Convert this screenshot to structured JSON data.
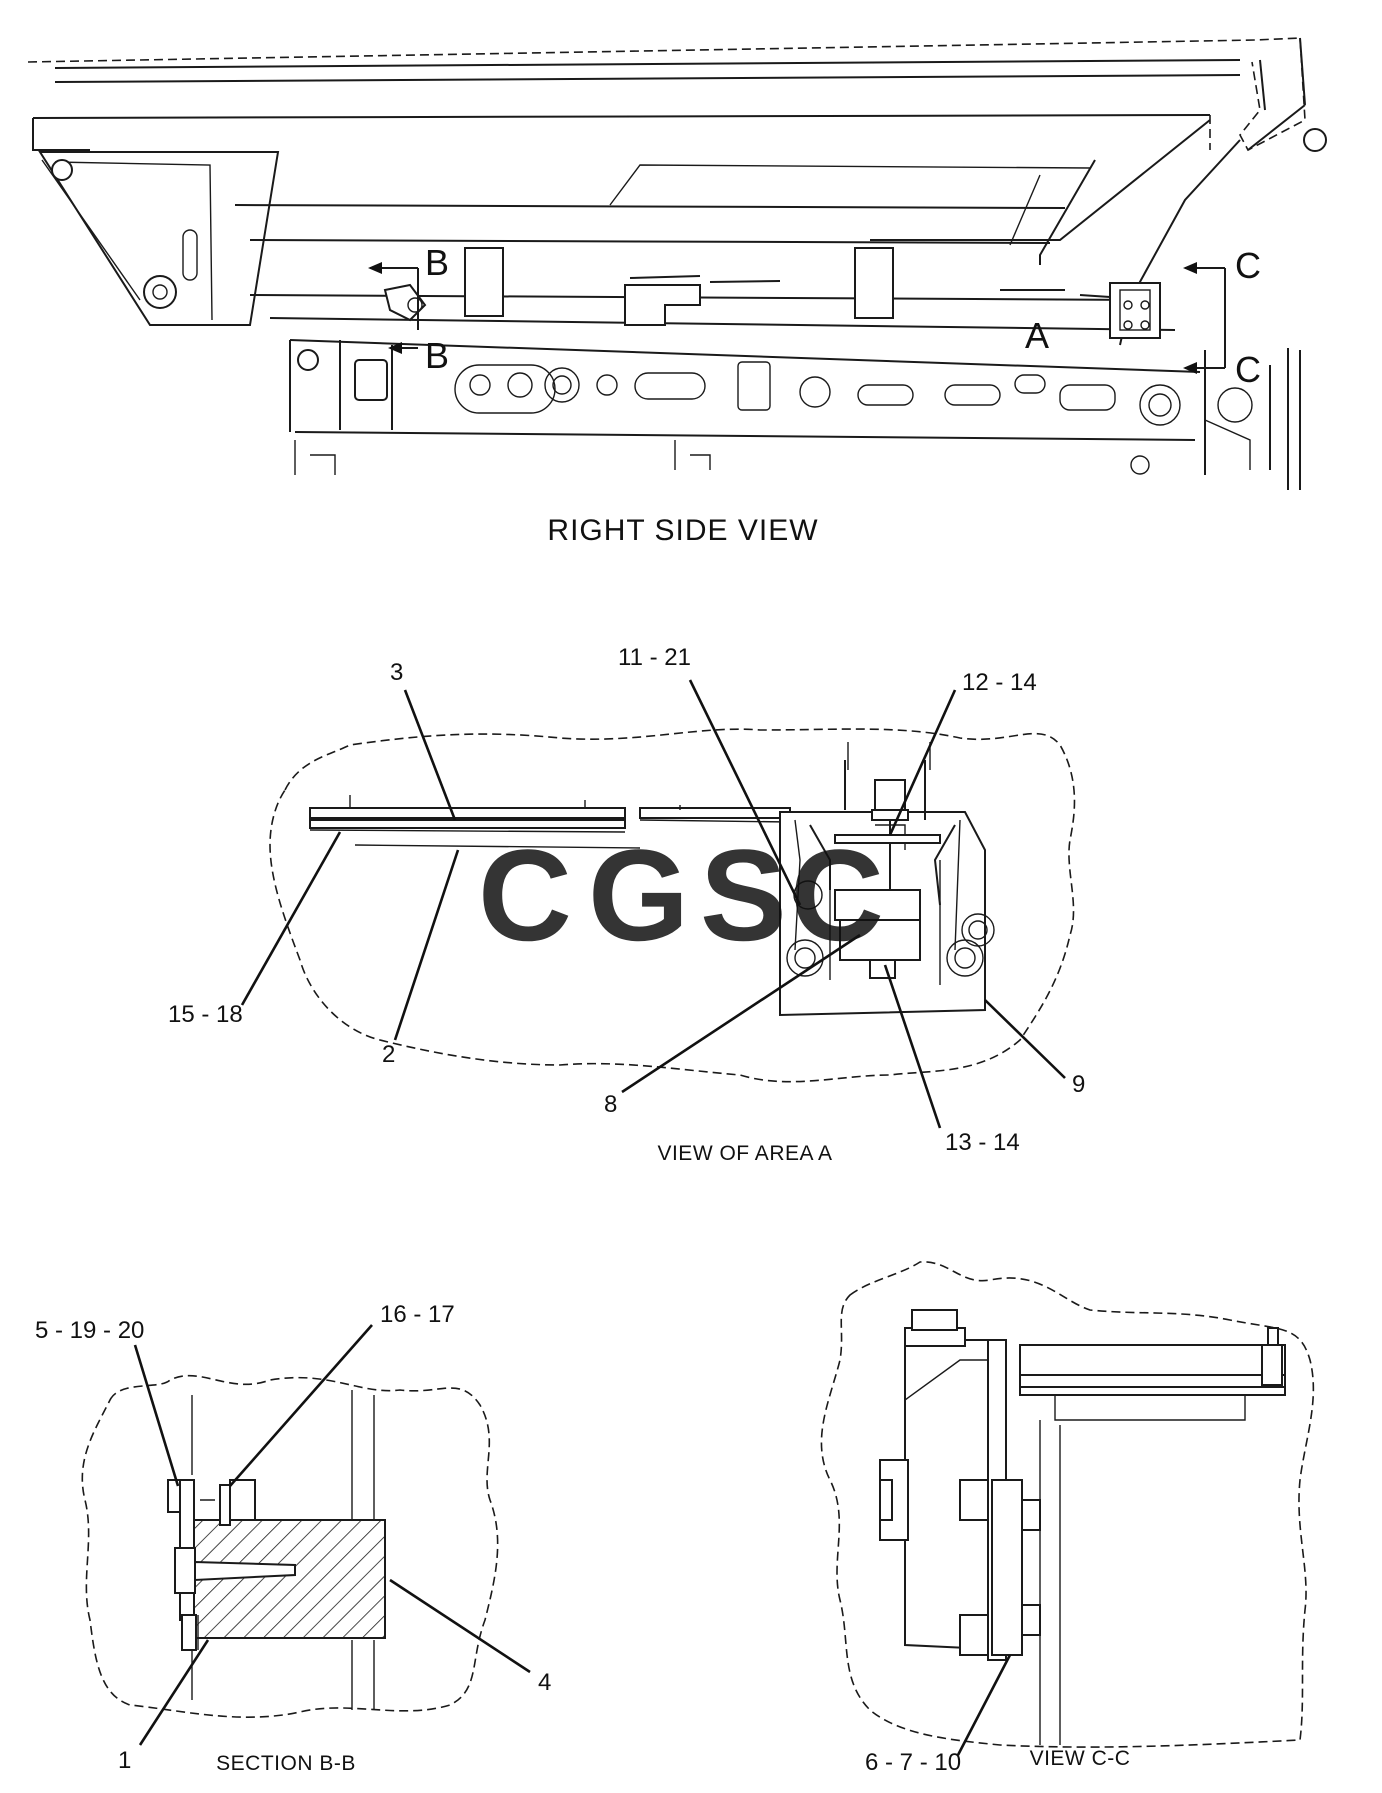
{
  "views": {
    "right_side": {
      "title": "RIGHT SIDE VIEW",
      "marks": {
        "section_b_top": "B",
        "section_b_bottom": "B",
        "view_c_top": "C",
        "view_c_bottom": "C",
        "area_a": "A"
      }
    },
    "area_a": {
      "caption": "VIEW OF AREA  A"
    },
    "section_bb": {
      "caption": "SECTION  B-B"
    },
    "view_cc": {
      "caption": "VIEW  C-C"
    }
  },
  "callouts": {
    "c3": "3",
    "c11_21": "11 - 21",
    "c12_14": "12 - 14",
    "c15_18": "15 - 18",
    "c2": "2",
    "c8": "8",
    "c9": "9",
    "c13_14": "13 - 14",
    "c5_19_20": "5 - 19 - 20",
    "c16_17": "16 - 17",
    "c4": "4",
    "c1": "1",
    "c6_7_10": "6 - 7 - 10"
  },
  "watermark": {
    "letters": [
      "C",
      "G",
      "S",
      "C"
    ],
    "colors": [
      "#4a8ff0",
      "#f07870",
      "#f6d35a",
      "#46b37e"
    ]
  }
}
